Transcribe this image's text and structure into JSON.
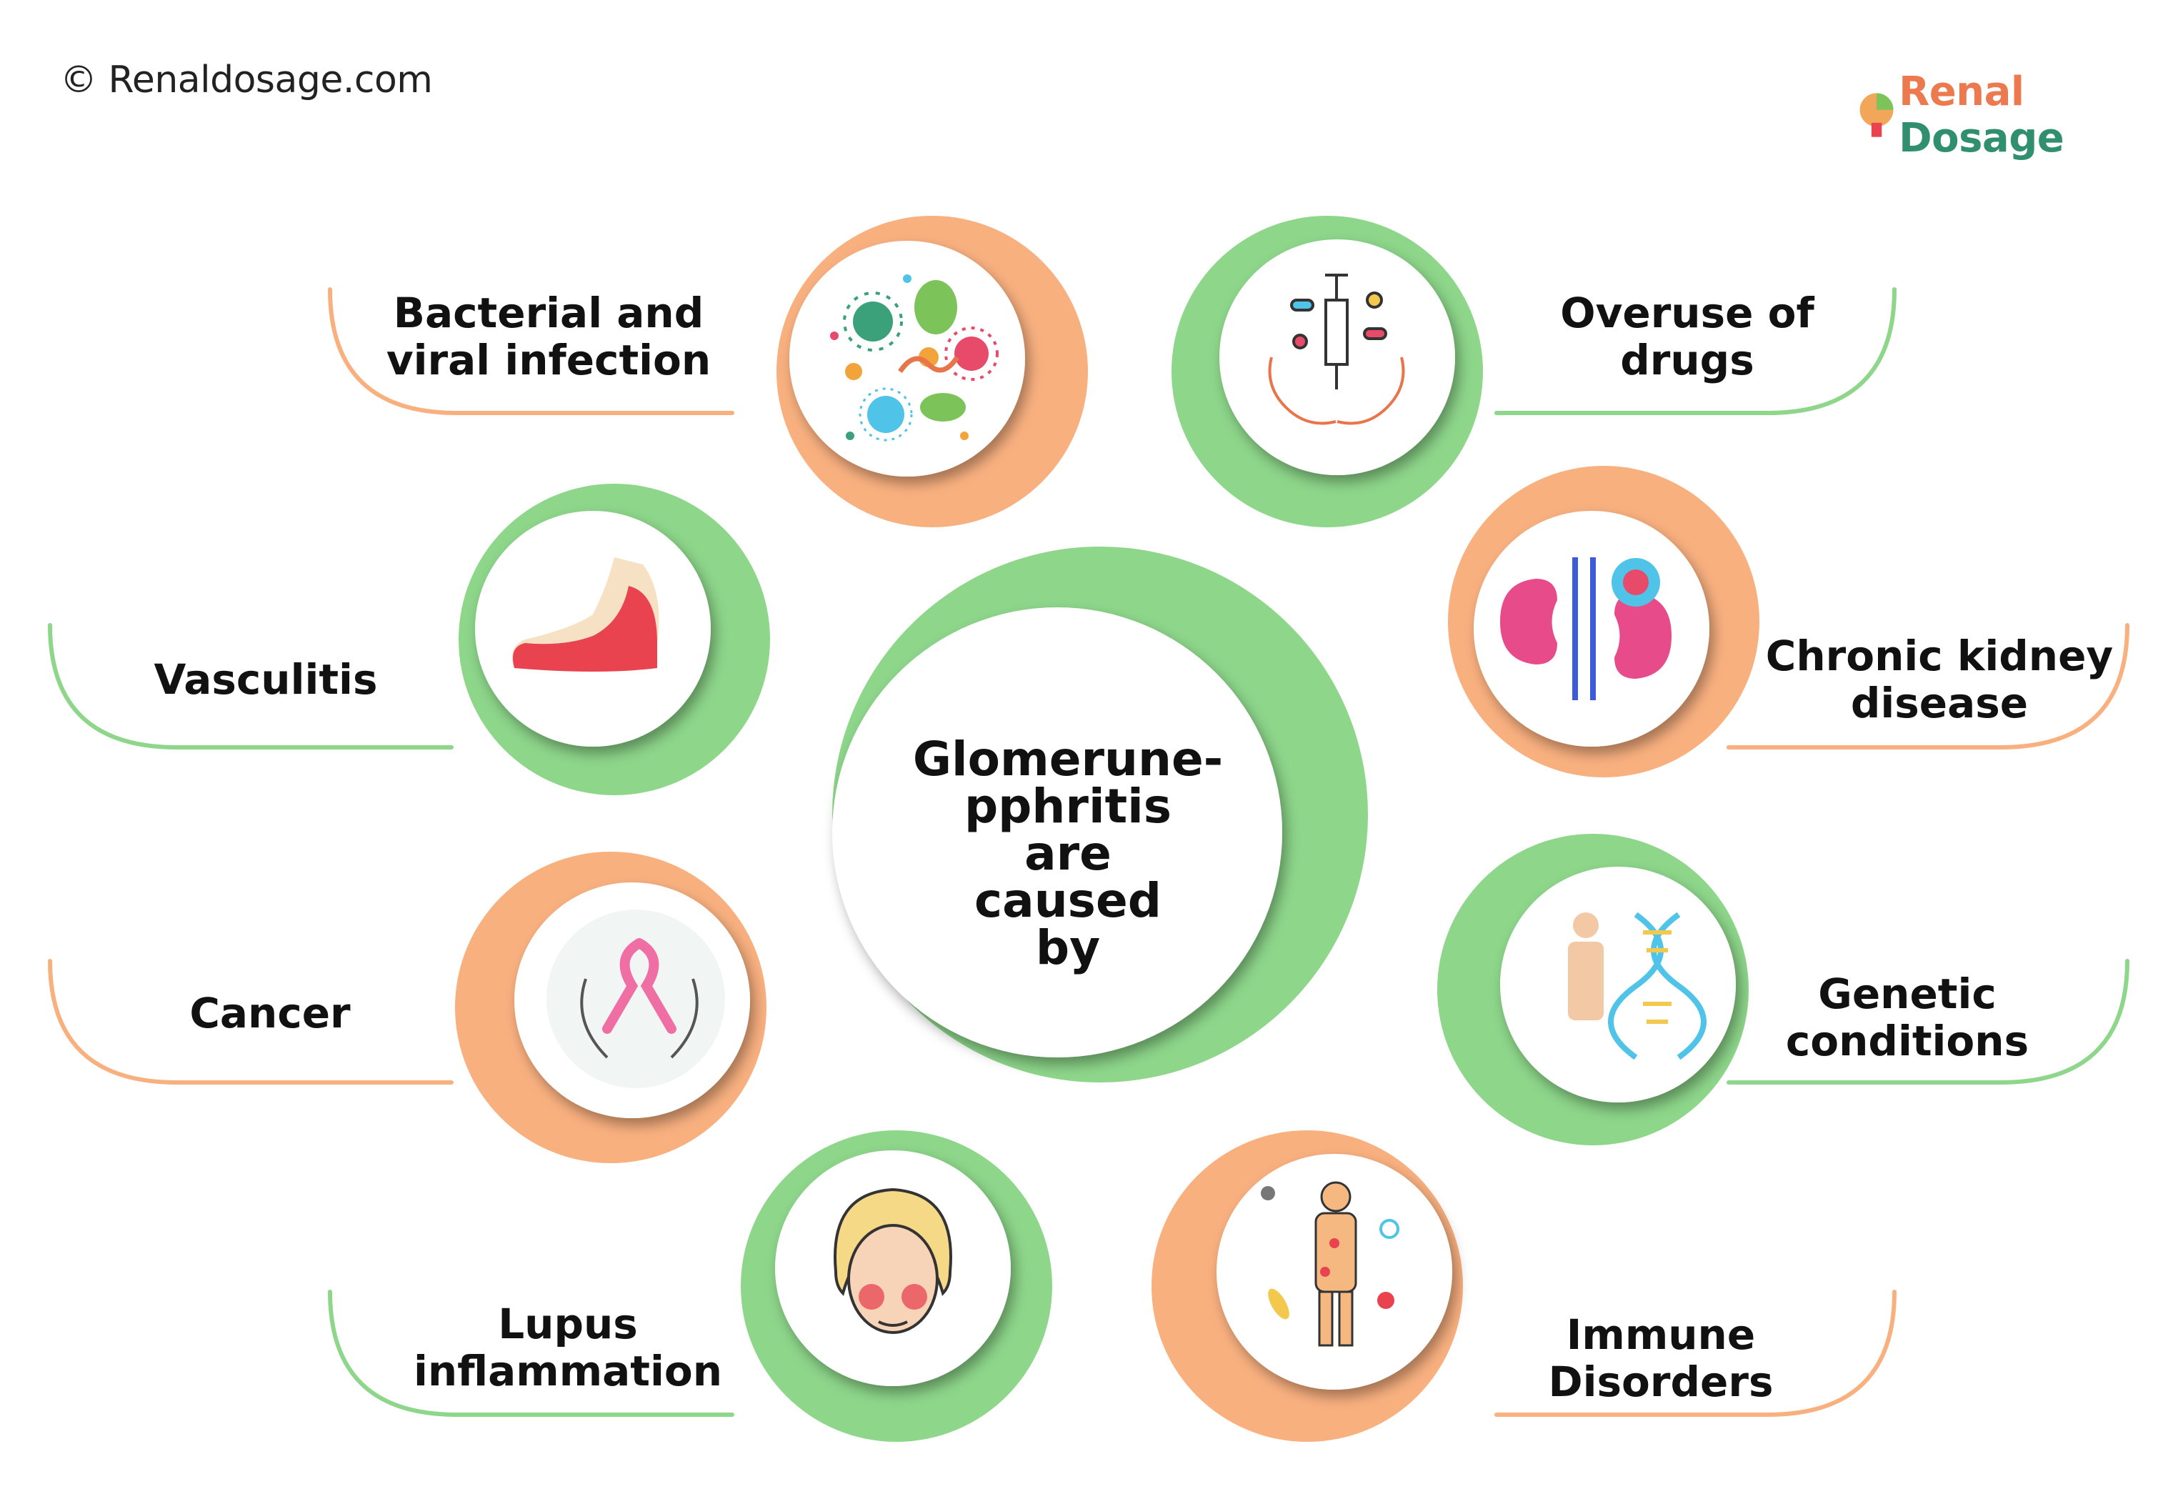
{
  "copyright": "© Renaldosage.com",
  "logo": {
    "part1": "Renal",
    "part2": "Dosage"
  },
  "center": {
    "lines": [
      "Glomerune-",
      "pphritis",
      "are",
      "caused",
      "by"
    ]
  },
  "causes": [
    {
      "label": "Bacterial and\nviral infection",
      "icon": "bacteria-virus-icon",
      "color": "orange"
    },
    {
      "label": "Overuse of\ndrugs",
      "icon": "syringe-pills-hands-icon",
      "color": "green"
    },
    {
      "label": "Vasculitis",
      "icon": "inflamed-foot-icon",
      "color": "green"
    },
    {
      "label": "Chronic kidney\ndisease",
      "icon": "kidney-disease-icon",
      "color": "orange"
    },
    {
      "label": "Cancer",
      "icon": "cancer-ribbon-hands-icon",
      "color": "orange"
    },
    {
      "label": "Genetic\nconditions",
      "icon": "dna-human-icon",
      "color": "green"
    },
    {
      "label": "Lupus\ninflammation",
      "icon": "lupus-face-icon",
      "color": "green"
    },
    {
      "label": "Immune\nDisorders",
      "icon": "immune-body-icon",
      "color": "orange"
    }
  ],
  "colors": {
    "orange": "#f9b07f",
    "green": "#8dd68a",
    "text": "#111111",
    "brand_orange": "#ec7a4e",
    "brand_green": "#2f8f6e"
  }
}
